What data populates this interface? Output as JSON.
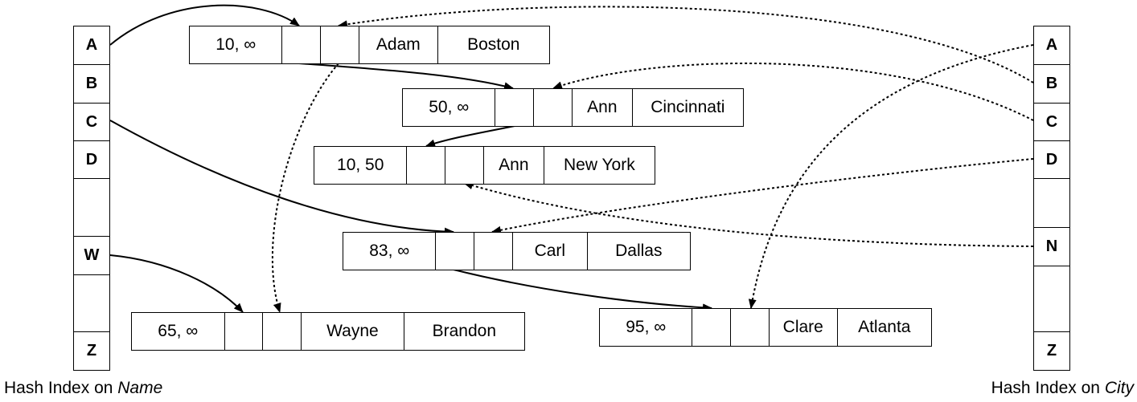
{
  "name_index": {
    "caption_prefix": "Hash Index on ",
    "caption_field": "Name",
    "slots": [
      "A",
      "B",
      "C",
      "D",
      "",
      "W",
      "",
      "Z"
    ]
  },
  "city_index": {
    "caption_prefix": "Hash Index on ",
    "caption_field": "City",
    "slots": [
      "A",
      "B",
      "C",
      "D",
      "",
      "N",
      "",
      "Z"
    ]
  },
  "records": [
    {
      "id": "adam",
      "time": "10, ∞",
      "name": "Adam",
      "city": "Boston"
    },
    {
      "id": "ann-cincinnati",
      "time": "50, ∞",
      "name": "Ann",
      "city": "Cincinnati"
    },
    {
      "id": "ann-newyork",
      "time": "10, 50",
      "name": "Ann",
      "city": "New York"
    },
    {
      "id": "carl",
      "time": "83, ∞",
      "name": "Carl",
      "city": "Dallas"
    },
    {
      "id": "wayne",
      "time": "65, ∞",
      "name": "Wayne",
      "city": "Brandon"
    },
    {
      "id": "clare",
      "time": "95, ∞",
      "name": "Clare",
      "city": "Atlanta"
    }
  ]
}
